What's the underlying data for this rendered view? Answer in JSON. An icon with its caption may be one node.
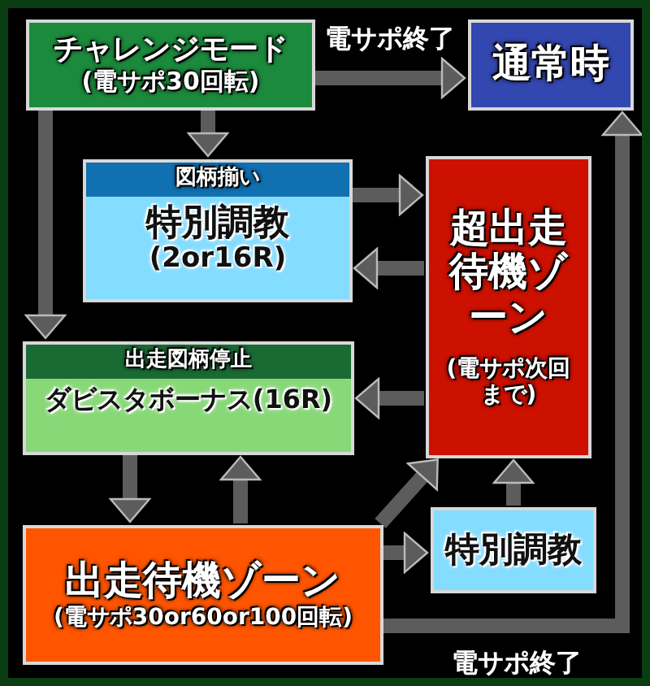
{
  "diagram": {
    "nodes": [
      {
        "text": [
          "チャレンジモード",
          "(電サポ30回転)"
        ]
      },
      {
        "text": [
          "通常時"
        ]
      },
      {
        "text": [
          "図柄揃い",
          "特別調教",
          "(2or16R)"
        ]
      },
      {
        "text": [
          "超出走待機ゾーン",
          "(電サポ次回まで)"
        ]
      },
      {
        "text": [
          "出走図柄停止",
          "ダビスタボーナス(16R)"
        ]
      },
      {
        "text": [
          "出走待機ゾーン",
          "(電サポ30or60or100回転)"
        ]
      },
      {
        "text": [
          "特別調教"
        ]
      }
    ],
    "edges": [
      {
        "from": 0,
        "to": 1,
        "arrow": "to",
        "label": "電サポ終了"
      },
      {
        "from": 0,
        "to": 2,
        "arrow": "to"
      },
      {
        "from": 0,
        "to": 4,
        "arrow": "to"
      },
      {
        "from": 2,
        "to": 3,
        "arrow": "to"
      },
      {
        "from": 3,
        "to": 2,
        "arrow": "to"
      },
      {
        "from": 3,
        "to": 4,
        "arrow": "to"
      },
      {
        "from": 4,
        "to": 5,
        "arrow": "to"
      },
      {
        "from": 5,
        "to": 4,
        "arrow": "to"
      },
      {
        "from": 5,
        "to": 3,
        "arrow": "to"
      },
      {
        "from": 5,
        "to": 6,
        "arrow": "to"
      },
      {
        "from": 6,
        "to": 3,
        "arrow": "to"
      },
      {
        "from": 5,
        "to": 1,
        "arrow": "to",
        "label": "電サポ終了"
      }
    ]
  }
}
